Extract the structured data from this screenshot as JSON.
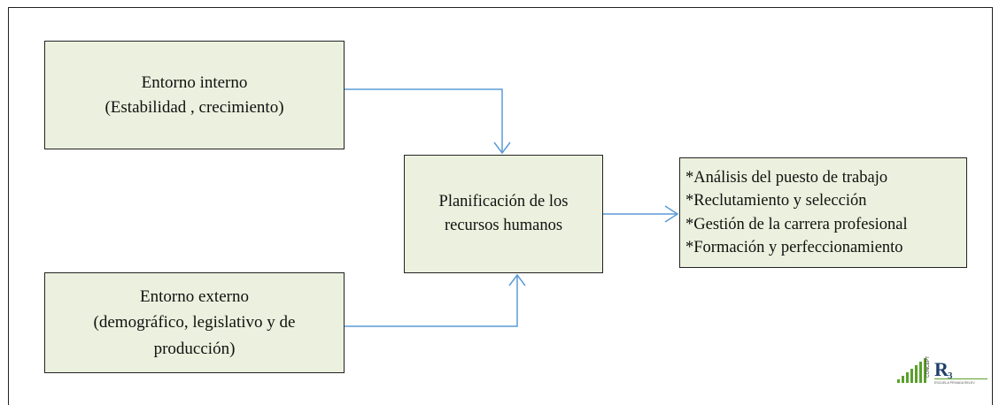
{
  "diagram": {
    "internal": {
      "lines": [
        "Entorno interno",
        "(Estabilidad , crecimiento)"
      ]
    },
    "external": {
      "lines": [
        "Entorno externo",
        "(demográfico, legislativo y de",
        "producción)"
      ]
    },
    "hr_planning": {
      "lines": [
        "Planificación de los",
        "recursos humanos"
      ]
    },
    "outcomes": {
      "items": [
        "*Análisis del puesto de trabajo",
        "*Reclutamiento y selección",
        "*Gestión de la carrera profesional",
        "*Formación y perfeccionamiento"
      ]
    }
  },
  "logo": {
    "big_text": "R3",
    "side_text": "CONCEPTO",
    "caption": "ESCUELA PRIVADA RELEV"
  },
  "colors": {
    "box_fill": "#ebf1de",
    "arrow": "#5b9bd5",
    "border": "#222222",
    "logo_green": "#5aa02c"
  }
}
